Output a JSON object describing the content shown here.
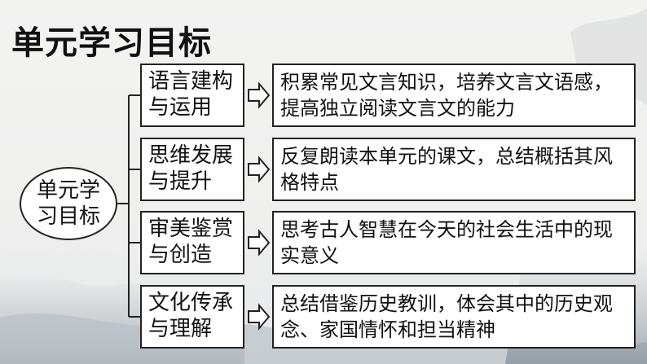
{
  "title": "单元学习目标",
  "center": {
    "line1": "单元学",
    "line2": "习目标"
  },
  "goals": [
    {
      "cat1": "语言建构",
      "cat2": "与运用",
      "desc": "积累常见文言知识，培养文言文语感，提高独立阅读文言文的能力"
    },
    {
      "cat1": "思维发展",
      "cat2": "与提升",
      "desc": "反复朗读本单元的课文，总结概括其风格特点"
    },
    {
      "cat1": "审美鉴赏",
      "cat2": "与创造",
      "desc": "思考古人智慧在今天的社会生活中的现实意义"
    },
    {
      "cat1": "文化传承",
      "cat2": "与理解",
      "desc": "总结借鉴历史教训，体会其中的历史观念、家国情怀和担当精神"
    }
  ]
}
